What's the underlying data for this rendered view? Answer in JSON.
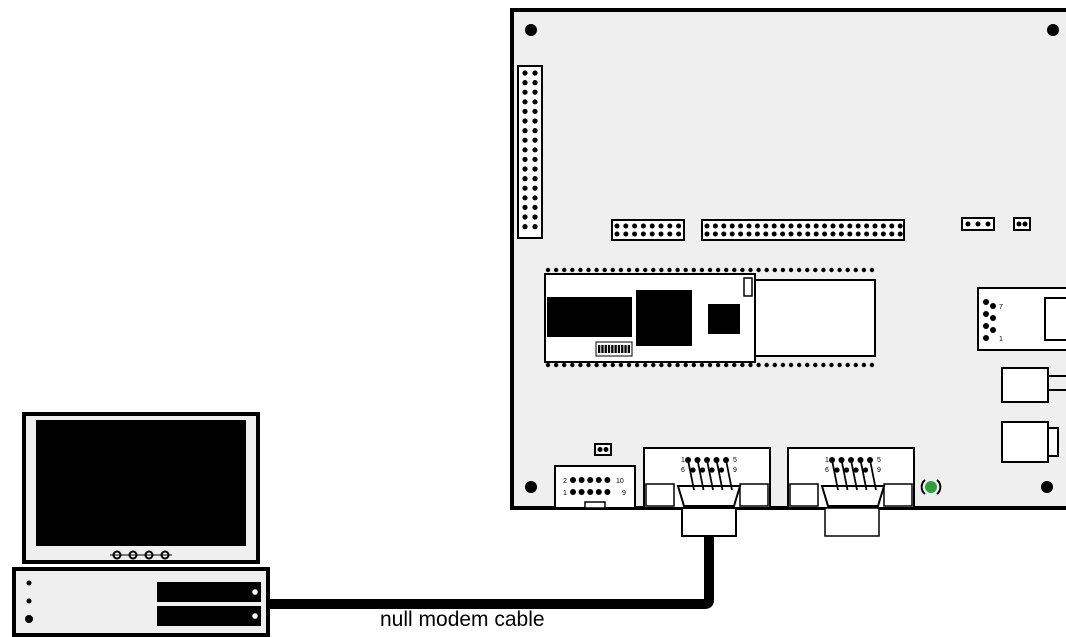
{
  "caption": "null modem cable",
  "db9_pin_labels": [
    "1",
    "5",
    "6",
    "9"
  ],
  "idc_pin_labels": [
    "2",
    "10",
    "1",
    "9"
  ],
  "rj_pin_labels": [
    "7",
    "1"
  ],
  "colors": {
    "board": "#efefef",
    "outline": "#000000",
    "led": "#2e9e3e",
    "screen": "#000000"
  }
}
